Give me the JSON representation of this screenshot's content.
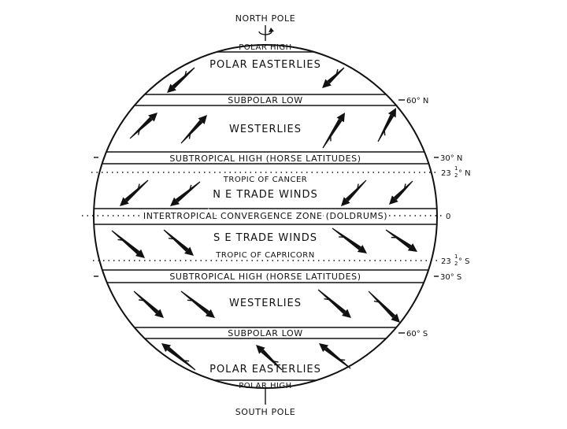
{
  "poles": {
    "north": "NORTH POLE",
    "south": "SOUTH POLE"
  },
  "bands": {
    "polar_high_n": "POLAR HIGH",
    "polar_easterlies_n": "POLAR EASTERLIES",
    "subpolar_low_n": "SUBPOLAR LOW",
    "westerlies_n": "WESTERLIES",
    "subtropical_high_n": "SUBTROPICAL HIGH (HORSE LATITUDES)",
    "tropic_cancer": "TROPIC OF CANCER",
    "ne_trades": "N E TRADE WINDS",
    "itcz": "INTERTROPICAL CONVERGENCE ZONE (DOLDRUMS)",
    "se_trades": "S E TRADE WINDS",
    "tropic_capricorn": "TROPIC OF CAPRICORN",
    "subtropical_high_s": "SUBTROPICAL HIGH (HORSE LATITUDES)",
    "westerlies_s": "WESTERLIES",
    "subpolar_low_s": "SUBPOLAR LOW",
    "polar_easterlies_s": "POLAR EASTERLIES",
    "polar_high_s": "POLAR HIGH"
  },
  "latitudes": {
    "n60": "60° N",
    "n30": "30° N",
    "n23_base": "23",
    "n23_frac_num": "1",
    "n23_frac_den": "2",
    "n23_suffix": "° N",
    "zero": "0",
    "s23_base": "23",
    "s23_frac_num": "1",
    "s23_frac_den": "2",
    "s23_suffix": "° S",
    "s30": "30° S",
    "s60": "60° S"
  },
  "wind_directions": {
    "polar_easterlies_n": "toward southwest",
    "westerlies_n": "toward northeast",
    "ne_trades": "toward southwest",
    "se_trades": "toward southeast",
    "westerlies_s": "toward southeast",
    "polar_easterlies_s": "toward northwest"
  }
}
